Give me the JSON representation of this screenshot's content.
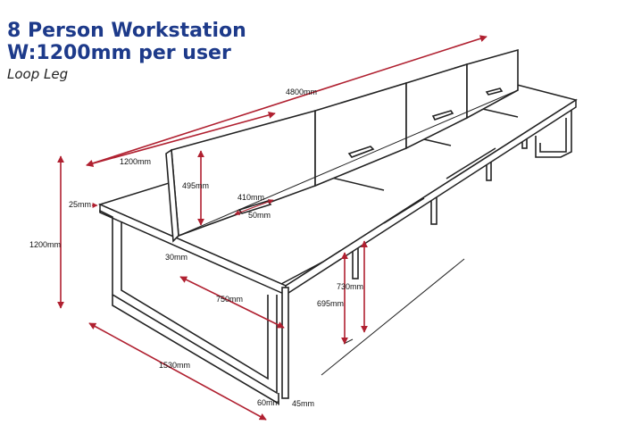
{
  "title": {
    "line1": "8 Person Workstation",
    "line2": "W:1200mm per user",
    "subtitle": "Loop Leg",
    "color": "#1d3a8a"
  },
  "dimensions": {
    "overall_length": "4800mm",
    "user_width": "1200mm",
    "screen_height": "495mm",
    "screen_thickness": "25mm",
    "overall_height": "1200mm",
    "cable_port_length": "410mm",
    "cable_port_width": "50mm",
    "screen_gap": "30mm",
    "desk_depth": "750mm",
    "overall_depth": "1530mm",
    "leg_width": "60mm",
    "leg_depth": "45mm",
    "knee_clearance": "695mm",
    "desk_height": "730mm"
  },
  "colors": {
    "line": "#222222",
    "dimension_arrow": "#b02030",
    "screen_fill": "#ffffff"
  }
}
